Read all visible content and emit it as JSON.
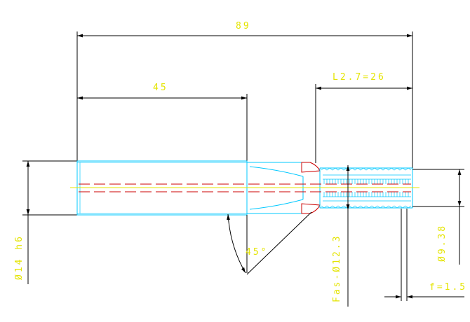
{
  "dimensions": {
    "overall_length": "89",
    "shank_length": "45",
    "cutting_length": "L2.7=26",
    "shank_diameter": "Ø14 h6",
    "chamfer_angle": "45°",
    "chamfer_diameter": "Fas-Ø12.3",
    "core_diameter": "Ø9.38",
    "pitch": "f=1.5"
  },
  "colors": {
    "outline": "#00c8ff",
    "centerline": "#cc0000",
    "axis": "#e4e400",
    "dimension_text": "#e4e400",
    "dimension_lines": "#000000"
  }
}
